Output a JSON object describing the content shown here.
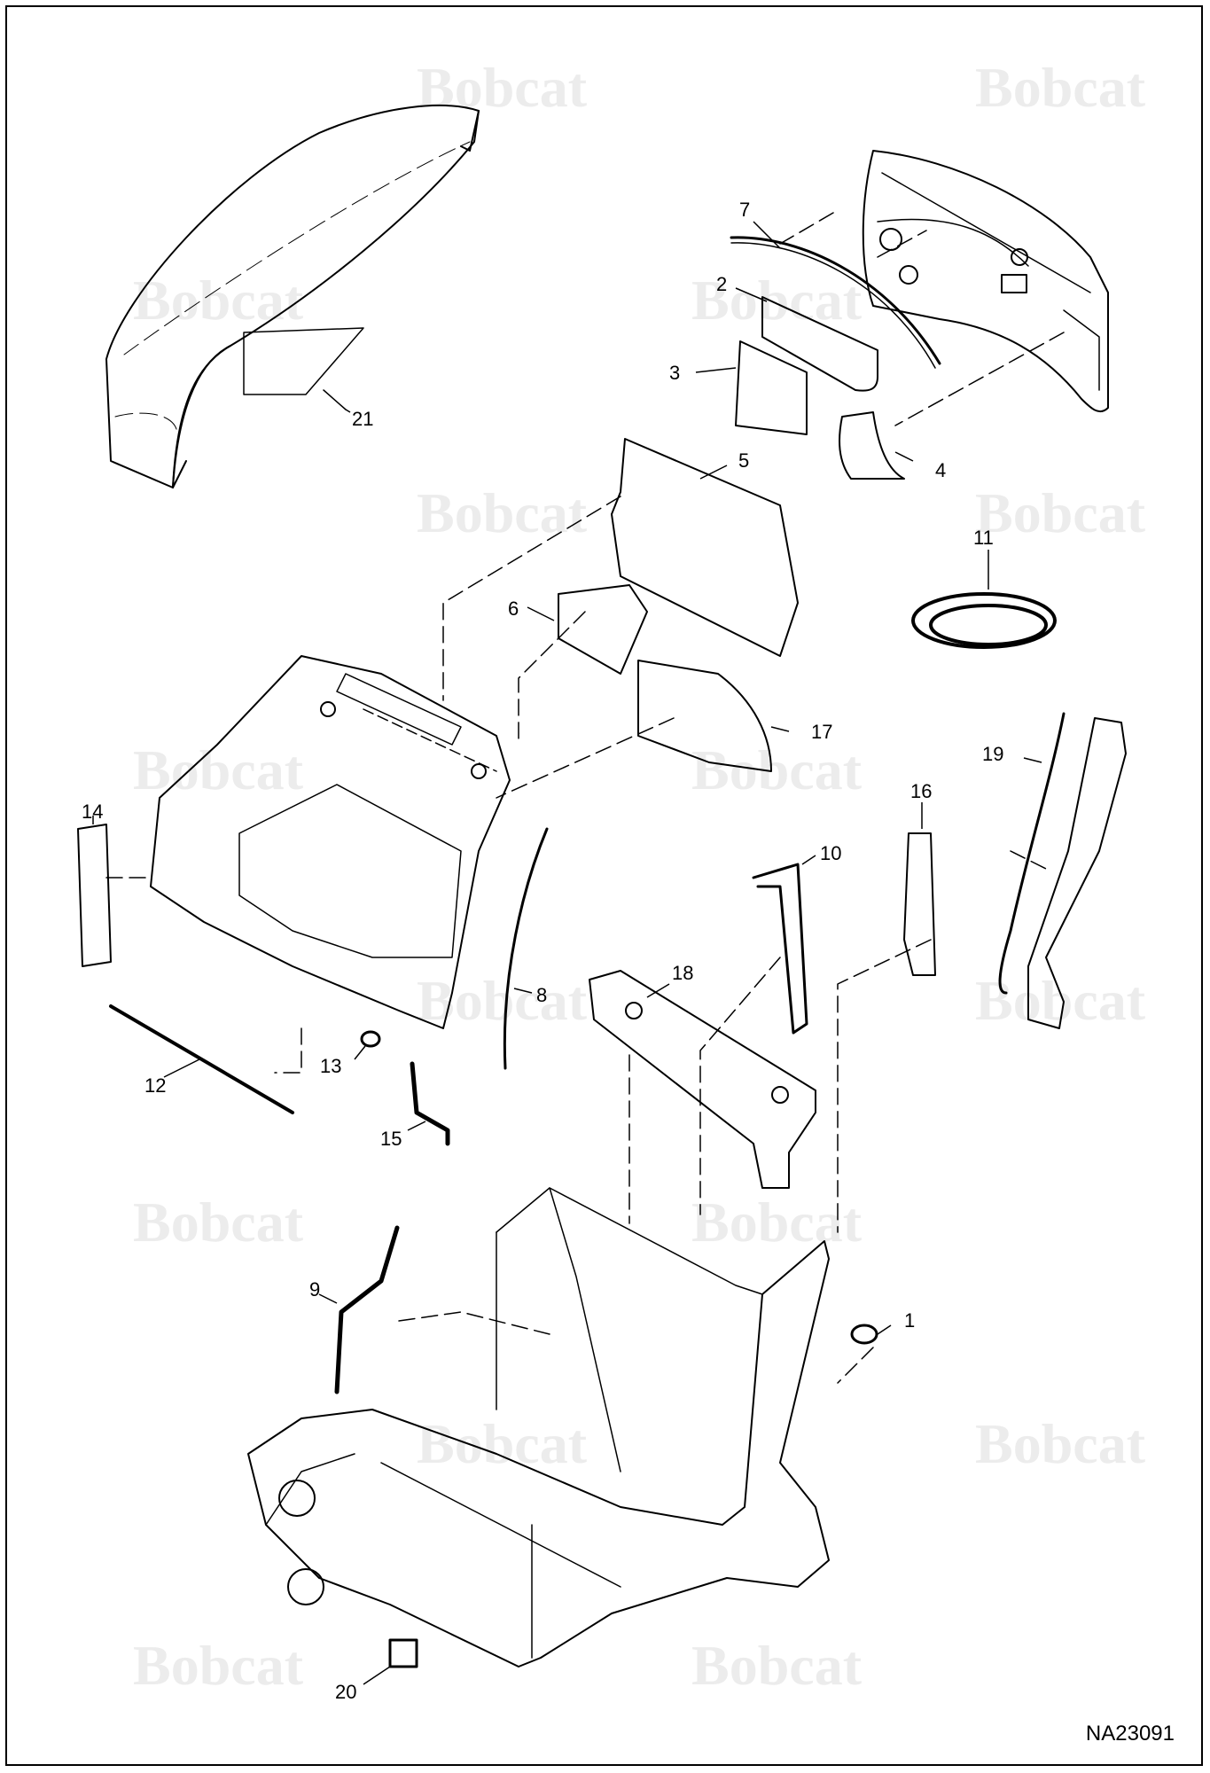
{
  "watermark": {
    "brand": "Bobcat"
  },
  "drawing_id": "NA23091",
  "callouts": [
    {
      "id": "1",
      "label": "1"
    },
    {
      "id": "2",
      "label": "2"
    },
    {
      "id": "3",
      "label": "3"
    },
    {
      "id": "4",
      "label": "4"
    },
    {
      "id": "5",
      "label": "5"
    },
    {
      "id": "6",
      "label": "6"
    },
    {
      "id": "7",
      "label": "7"
    },
    {
      "id": "8",
      "label": "8"
    },
    {
      "id": "9",
      "label": "9"
    },
    {
      "id": "10",
      "label": "10"
    },
    {
      "id": "11",
      "label": "11"
    },
    {
      "id": "12",
      "label": "12"
    },
    {
      "id": "13",
      "label": "13"
    },
    {
      "id": "14",
      "label": "14"
    },
    {
      "id": "15",
      "label": "15"
    },
    {
      "id": "16",
      "label": "16"
    },
    {
      "id": "17",
      "label": "17"
    },
    {
      "id": "18",
      "label": "18"
    },
    {
      "id": "19",
      "label": "19"
    },
    {
      "id": "20",
      "label": "20"
    },
    {
      "id": "21",
      "label": "21"
    }
  ]
}
